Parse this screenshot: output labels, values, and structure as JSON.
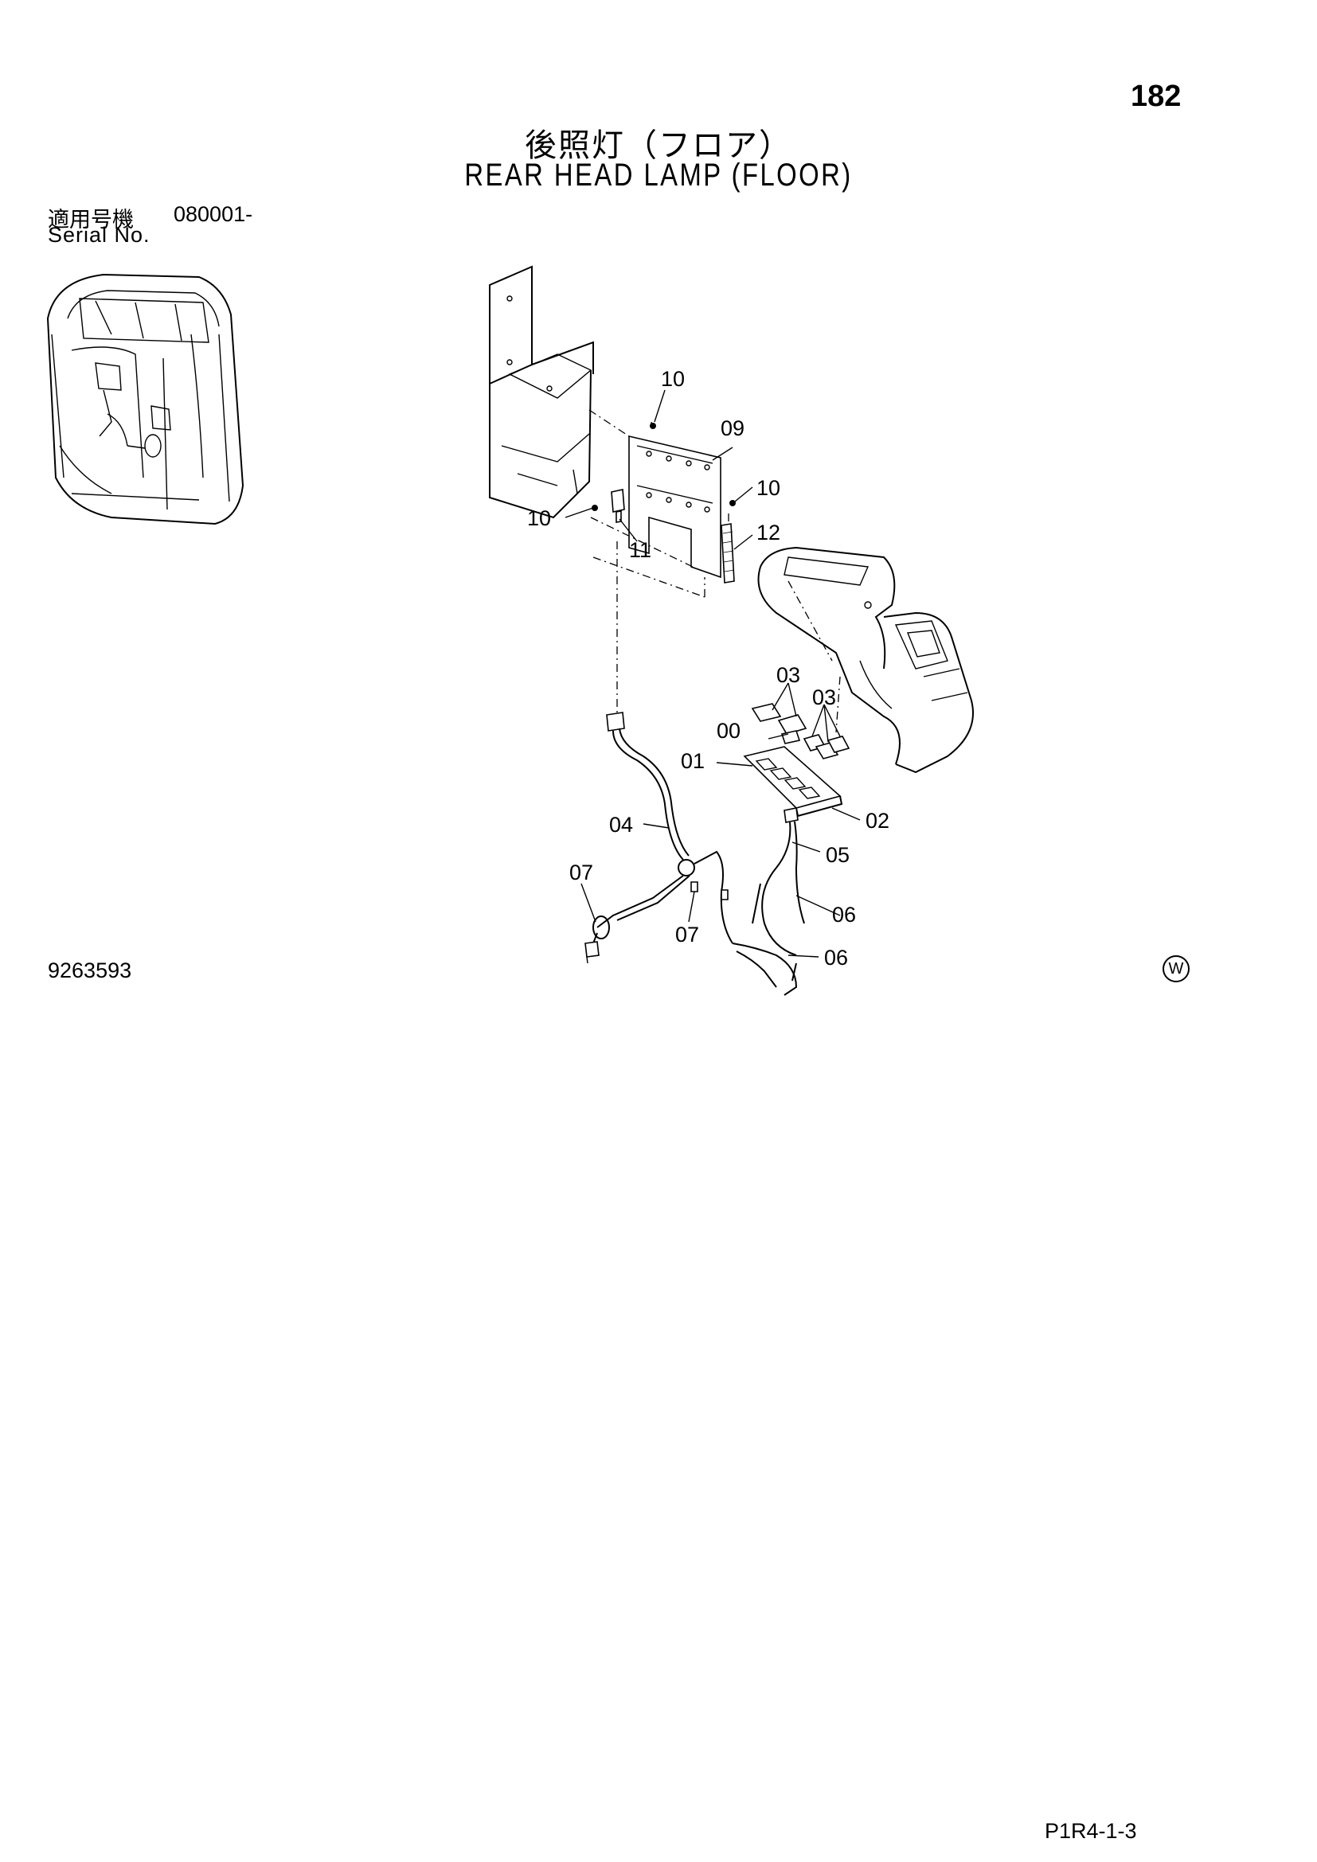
{
  "page_number": "182",
  "title_jp": "後照灯（フロア）",
  "title_en": "REAR HEAD LAMP (FLOOR)",
  "serial": {
    "label_jp": "適用号機",
    "value": "080001-",
    "label_en": "Serial No."
  },
  "drawing_number": "9263593",
  "watermark_symbol": "W",
  "page_ref": "P1R4-1-3",
  "callouts": [
    "10",
    "09",
    "10",
    "10",
    "11",
    "12",
    "03",
    "03",
    "00",
    "01",
    "02",
    "04",
    "05",
    "07",
    "07",
    "06",
    "06"
  ]
}
